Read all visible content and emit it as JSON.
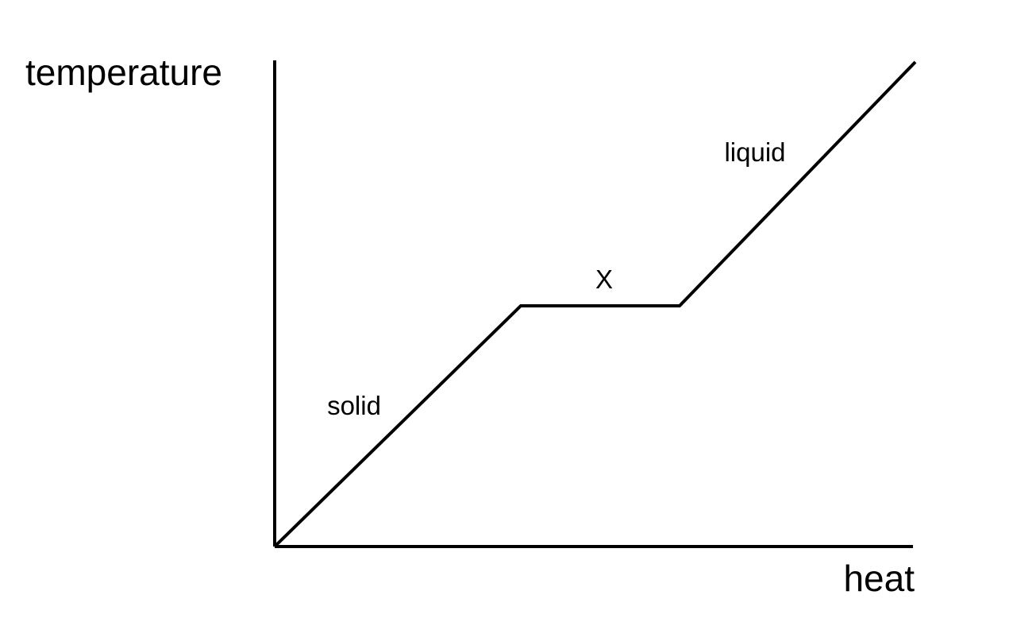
{
  "chart_data": {
    "type": "line",
    "xlabel": "heat",
    "ylabel": "temperature",
    "grid": false,
    "xlim": [
      0,
      8
    ],
    "ylim": [
      0,
      6
    ],
    "series": [
      {
        "x": [
          0,
          3.1,
          5.1,
          8.07
        ],
        "y": [
          0,
          3.03,
          3.03,
          6.1
        ]
      }
    ],
    "annotations": [
      {
        "text": "solid",
        "x": 1.0,
        "y": 1.66
      },
      {
        "text": "X",
        "x": 4.15,
        "y": 3.25
      },
      {
        "text": "liquid",
        "x": 6.05,
        "y": 4.85
      }
    ],
    "colors": {
      "line": "#000000",
      "background": "#ffffff"
    }
  }
}
